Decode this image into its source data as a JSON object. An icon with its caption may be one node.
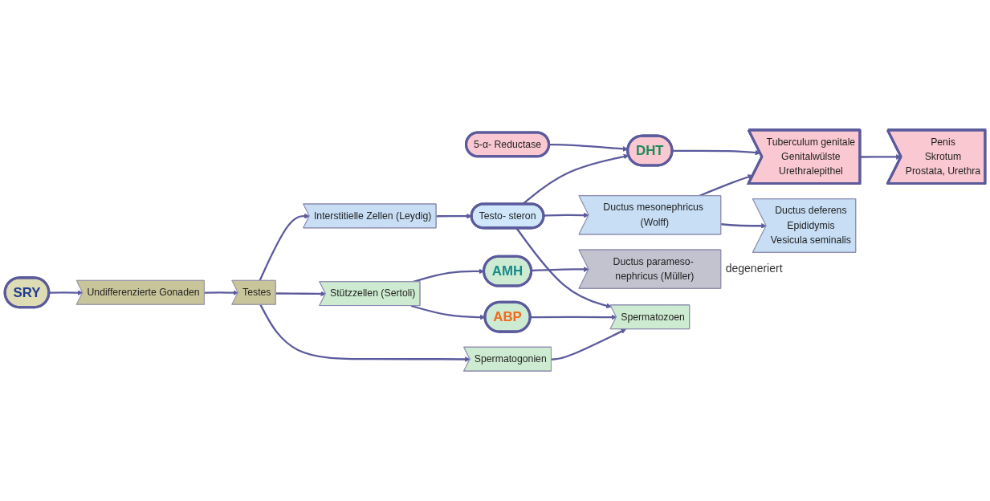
{
  "diagram": {
    "nodes": [
      {
        "text": [
          "SRY"
        ]
      },
      {
        "text": [
          "Undifferenzierte Gonaden"
        ]
      },
      {
        "text": [
          "Testes"
        ]
      },
      {
        "text": [
          "Interstitielle Zellen (Leydig)"
        ]
      },
      {
        "text": [
          "Stützzellen (Sertoli)"
        ]
      },
      {
        "text": [
          "Spermatogonien"
        ]
      },
      {
        "text": [
          "5-α- Reductase"
        ]
      },
      {
        "text": [
          "DHT"
        ]
      },
      {
        "text": [
          "Testo- steron"
        ]
      },
      {
        "text": [
          "AMH"
        ]
      },
      {
        "text": [
          "ABP"
        ]
      },
      {
        "text": [
          "Tuberculum genitale",
          "Genitalwülste",
          "Urethralepithel"
        ]
      },
      {
        "text": [
          "Penis",
          "Skrotum",
          "Prostata, Urethra"
        ]
      },
      {
        "text": [
          "Ductus mesonephricus (Wolff)"
        ]
      },
      {
        "text": [
          "Ductus deferens",
          "Epididymis",
          "Vesicula seminalis"
        ]
      },
      {
        "text": [
          "Ductus parameso- nephricus (Müller)"
        ],
        "beside": [
          "degeneriert"
        ]
      },
      {
        "text": [
          "Spermatozoen"
        ]
      }
    ],
    "edges": [
      {
        "from": 0,
        "to": 1,
        "arrow": "to"
      },
      {
        "from": 1,
        "to": 2,
        "arrow": "to"
      },
      {
        "from": 2,
        "to": 3,
        "arrow": "to"
      },
      {
        "from": 2,
        "to": 4,
        "arrow": "to"
      },
      {
        "from": 2,
        "to": 5,
        "arrow": "to"
      },
      {
        "from": 3,
        "to": 8,
        "arrow": "to"
      },
      {
        "from": 6,
        "to": 7,
        "arrow": "to"
      },
      {
        "from": 8,
        "to": 7,
        "arrow": "to"
      },
      {
        "from": 7,
        "to": 11,
        "arrow": "to"
      },
      {
        "from": 8,
        "to": 13,
        "arrow": "to"
      },
      {
        "from": 8,
        "to": 16,
        "arrow": "to"
      },
      {
        "from": 4,
        "to": 9,
        "arrow": "to"
      },
      {
        "from": 4,
        "to": 10,
        "arrow": "to"
      },
      {
        "from": 9,
        "to": 15,
        "arrow": "to"
      },
      {
        "from": 10,
        "to": 16,
        "arrow": "to"
      },
      {
        "from": 13,
        "to": 11,
        "arrow": "to"
      },
      {
        "from": 11,
        "to": 12,
        "arrow": "to"
      },
      {
        "from": 13,
        "to": 14,
        "arrow": "to"
      },
      {
        "from": 5,
        "to": 16,
        "arrow": "to"
      }
    ]
  }
}
